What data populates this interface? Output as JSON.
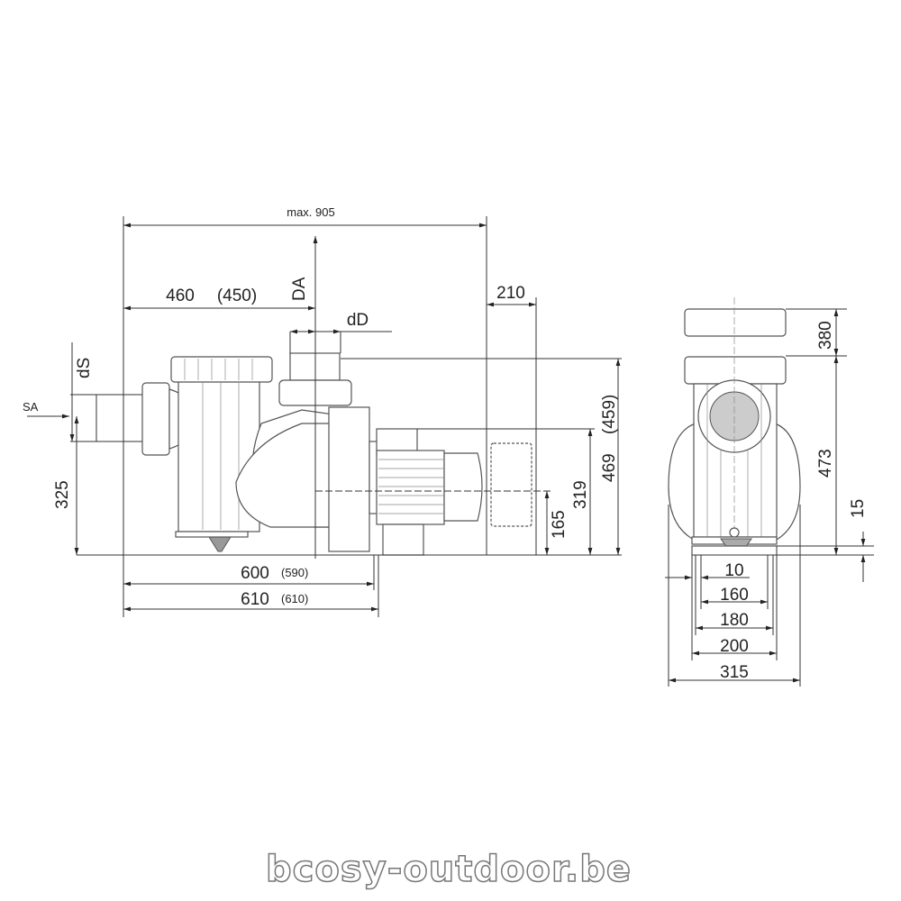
{
  "side_view": {
    "max_length": "max. 905",
    "dim_460": "460",
    "dim_450": "(450)",
    "label_DA": "DA",
    "dim_210": "210",
    "label_dD": "dD",
    "label_dS": "dS",
    "label_SA": "SA",
    "dim_325": "325",
    "dim_165": "165",
    "dim_319": "319",
    "dim_469": "469",
    "dim_459": "(459)",
    "dim_600": "600",
    "dim_590": "(590)",
    "dim_610": "610",
    "dim_610b": "(610)"
  },
  "front_view": {
    "dim_380": "380",
    "dim_473": "473",
    "dim_15": "15",
    "dim_10": "10",
    "dim_160": "160",
    "dim_180": "180",
    "dim_200": "200",
    "dim_315": "315"
  },
  "watermark": "bcosy-outdoor.be"
}
